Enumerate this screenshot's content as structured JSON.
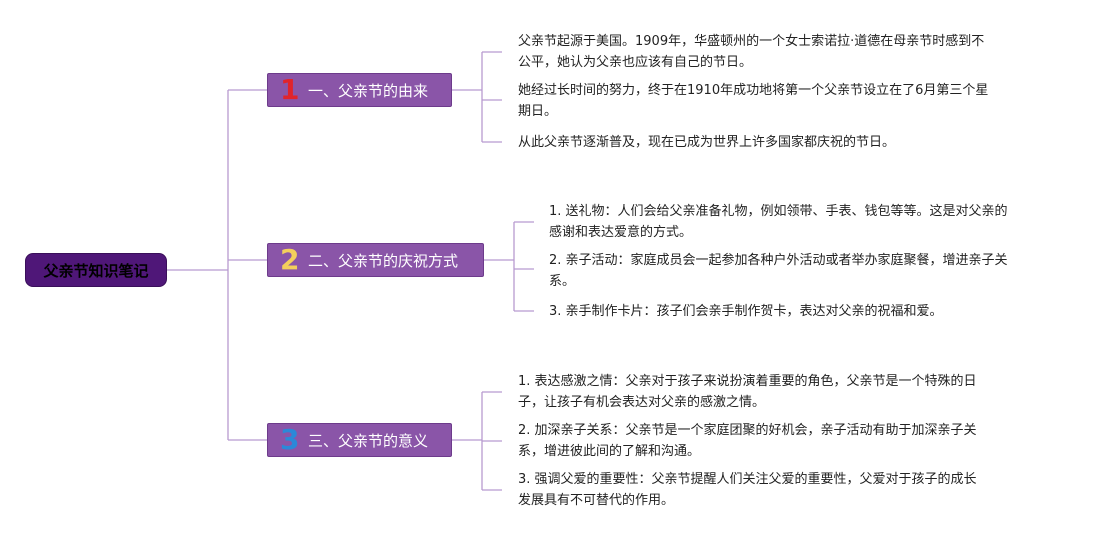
{
  "root": {
    "label": "父亲节知识笔记"
  },
  "branches": [
    {
      "number": "1",
      "label": "一、父亲节的由来",
      "items": [
        "父亲节起源于美国。1909年，华盛顿州的一个女士索诺拉·道德在母亲节时感到不\n公平，她认为父亲也应该有自己的节日。",
        "她经过长时间的努力，终于在1910年成功地将第一个父亲节设立在了6月第三个星\n期日。",
        "从此父亲节逐渐普及，现在已成为世界上许多国家都庆祝的节日。"
      ]
    },
    {
      "number": "2",
      "label": "二、父亲节的庆祝方式",
      "items": [
        "1. 送礼物：人们会给父亲准备礼物，例如领带、手表、钱包等等。这是对父亲的\n感谢和表达爱意的方式。",
        "2. 亲子活动：家庭成员会一起参加各种户外活动或者举办家庭聚餐，增进亲子关\n系。",
        "3. 亲手制作卡片：孩子们会亲手制作贺卡，表达对父亲的祝福和爱。"
      ]
    },
    {
      "number": "3",
      "label": "三、父亲节的意义",
      "items": [
        "1. 表达感激之情：父亲对于孩子来说扮演着重要的角色，父亲节是一个特殊的日\n子，让孩子有机会表达对父亲的感激之情。",
        "2. 加深亲子关系：父亲节是一个家庭团聚的好机会，亲子活动有助于加深亲子关\n系，增进彼此间的了解和沟通。",
        "3. 强调父爱的重要性：父亲节提醒人们关注父爱的重要性，父爱对于孩子的成长\n发展具有不可替代的作用。"
      ]
    }
  ]
}
